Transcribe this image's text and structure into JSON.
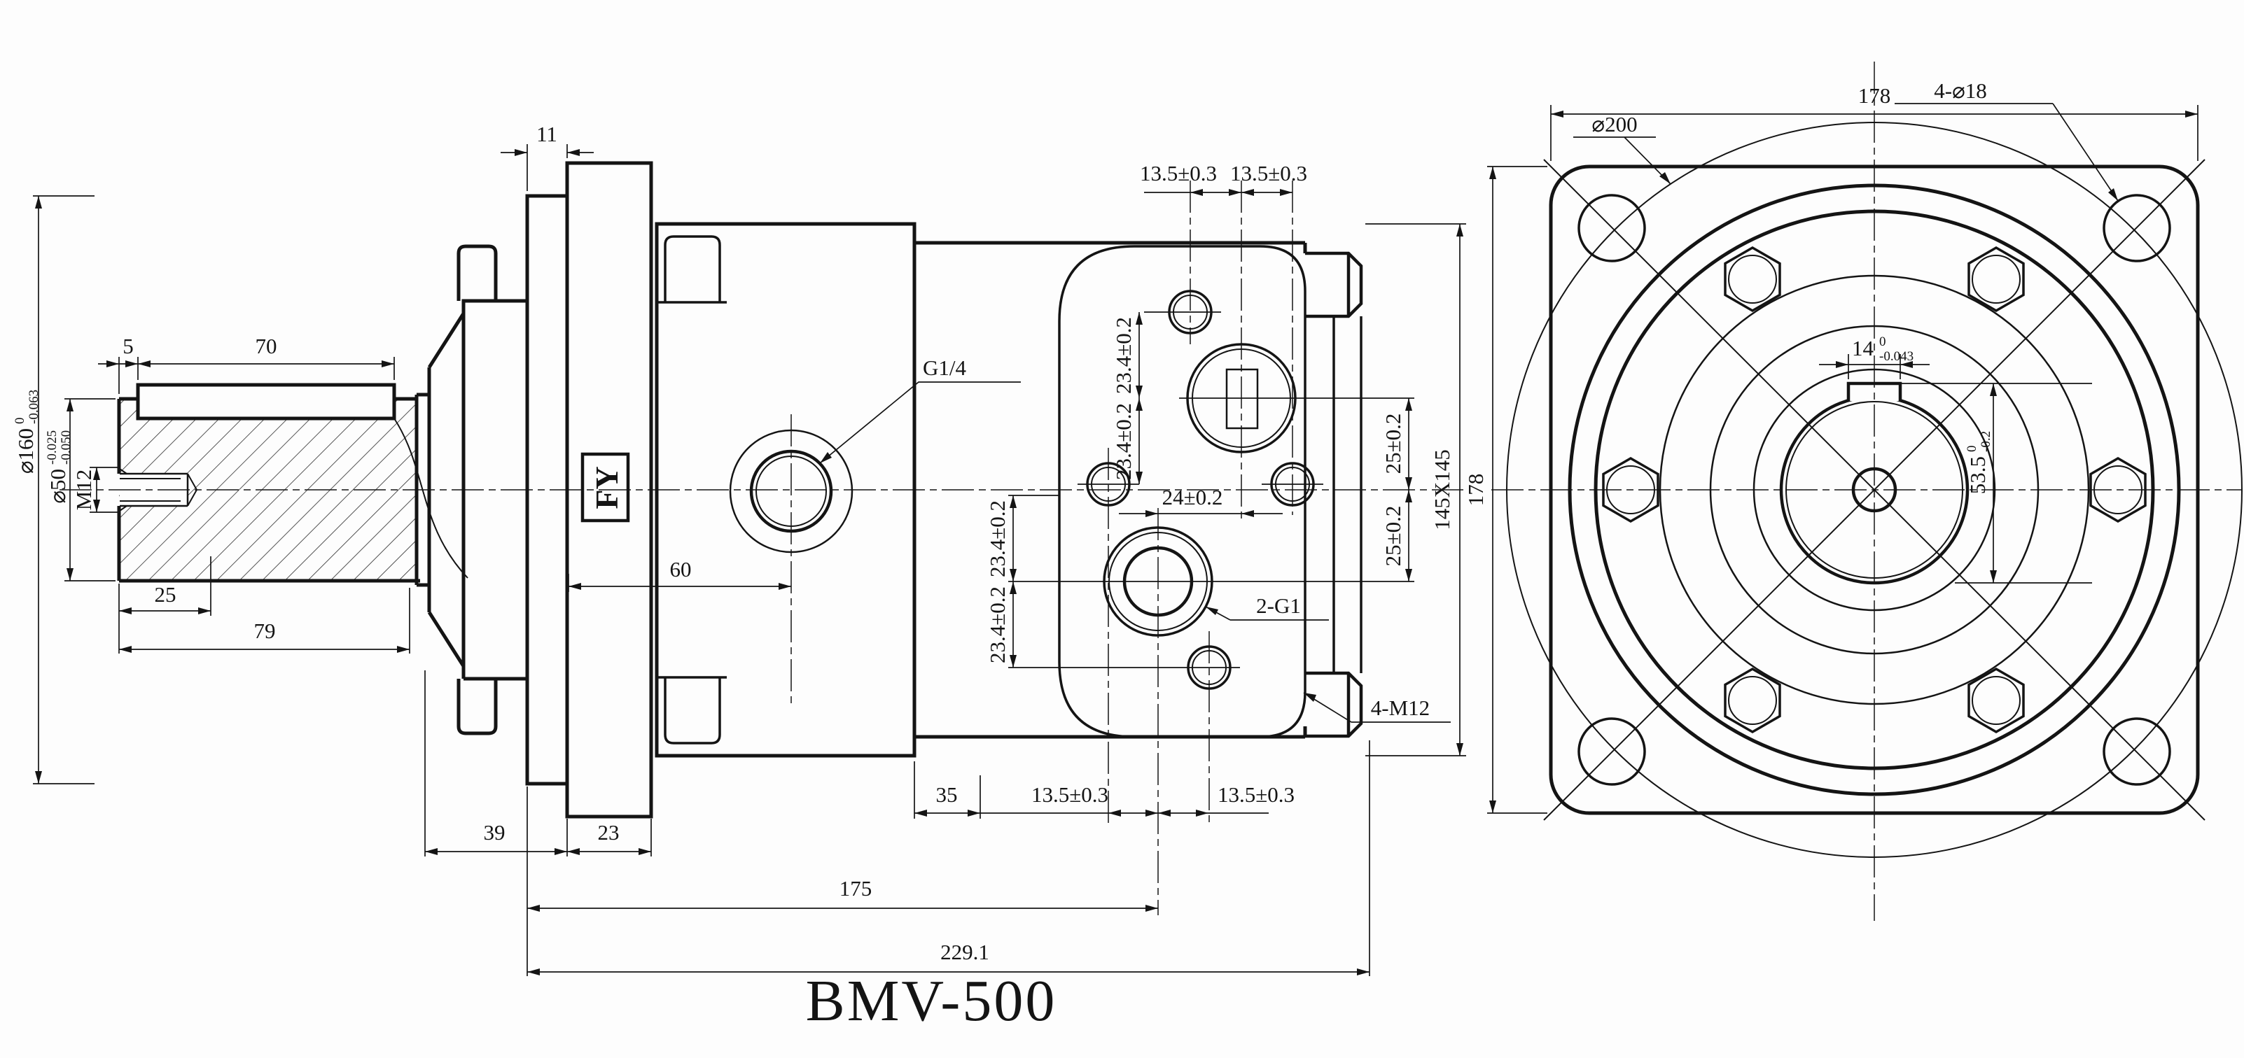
{
  "drawing_title": "BMV-500",
  "side_view": {
    "fy_label": "FY",
    "port_labels": {
      "g_quarter": "G1/4",
      "two_g1": "2-G1",
      "four_m12": "4-M12"
    },
    "dims": {
      "key_offset": "5",
      "key_length": "70",
      "collar_width": "11",
      "thread_depth": "25",
      "shaft_length": "79",
      "port_from_face": "60",
      "thread_label": "M12",
      "shaft_dia_main": "⌀50",
      "shaft_dia_tol_upper": "-0.025",
      "shaft_dia_tol_lower": "-0.050",
      "pilot_dia_main": "⌀160",
      "pilot_dia_tol_upper": "0",
      "pilot_dia_tol_lower": "-0.063",
      "port_pitch_top_left": "13.5±0.3",
      "port_pitch_top_right": "13.5±0.3",
      "port_pitch_bottom_left": "13.5±0.3",
      "port_pitch_bottom_right": "13.5±0.3",
      "hole_chain_upper_1": "23.4±0.2",
      "hole_chain_upper_2": "23.4±0.2",
      "hole_chain_lower_1": "23.4±0.2",
      "hole_chain_lower_2": "23.4±0.2",
      "port_offset_h": "24±0.2",
      "port_offset_v_upper": "25±0.2",
      "port_offset_v_lower": "25±0.2",
      "body_square": "145X145",
      "block_offset": "35",
      "bell_length": "39",
      "flange_width": "23",
      "port_center_length": "175",
      "total_length": "229.1"
    }
  },
  "front_view": {
    "dims": {
      "flange_width": "178",
      "flange_height": "178",
      "bolt_circle": "⌀200",
      "corner_holes": "4-⌀18",
      "key_width_main": "14",
      "key_width_tol_upper": "0",
      "key_width_tol_lower": "-0.043",
      "key_height_main": "53.5",
      "key_height_tol_upper": "0",
      "key_height_tol_lower": "-0.2"
    }
  }
}
